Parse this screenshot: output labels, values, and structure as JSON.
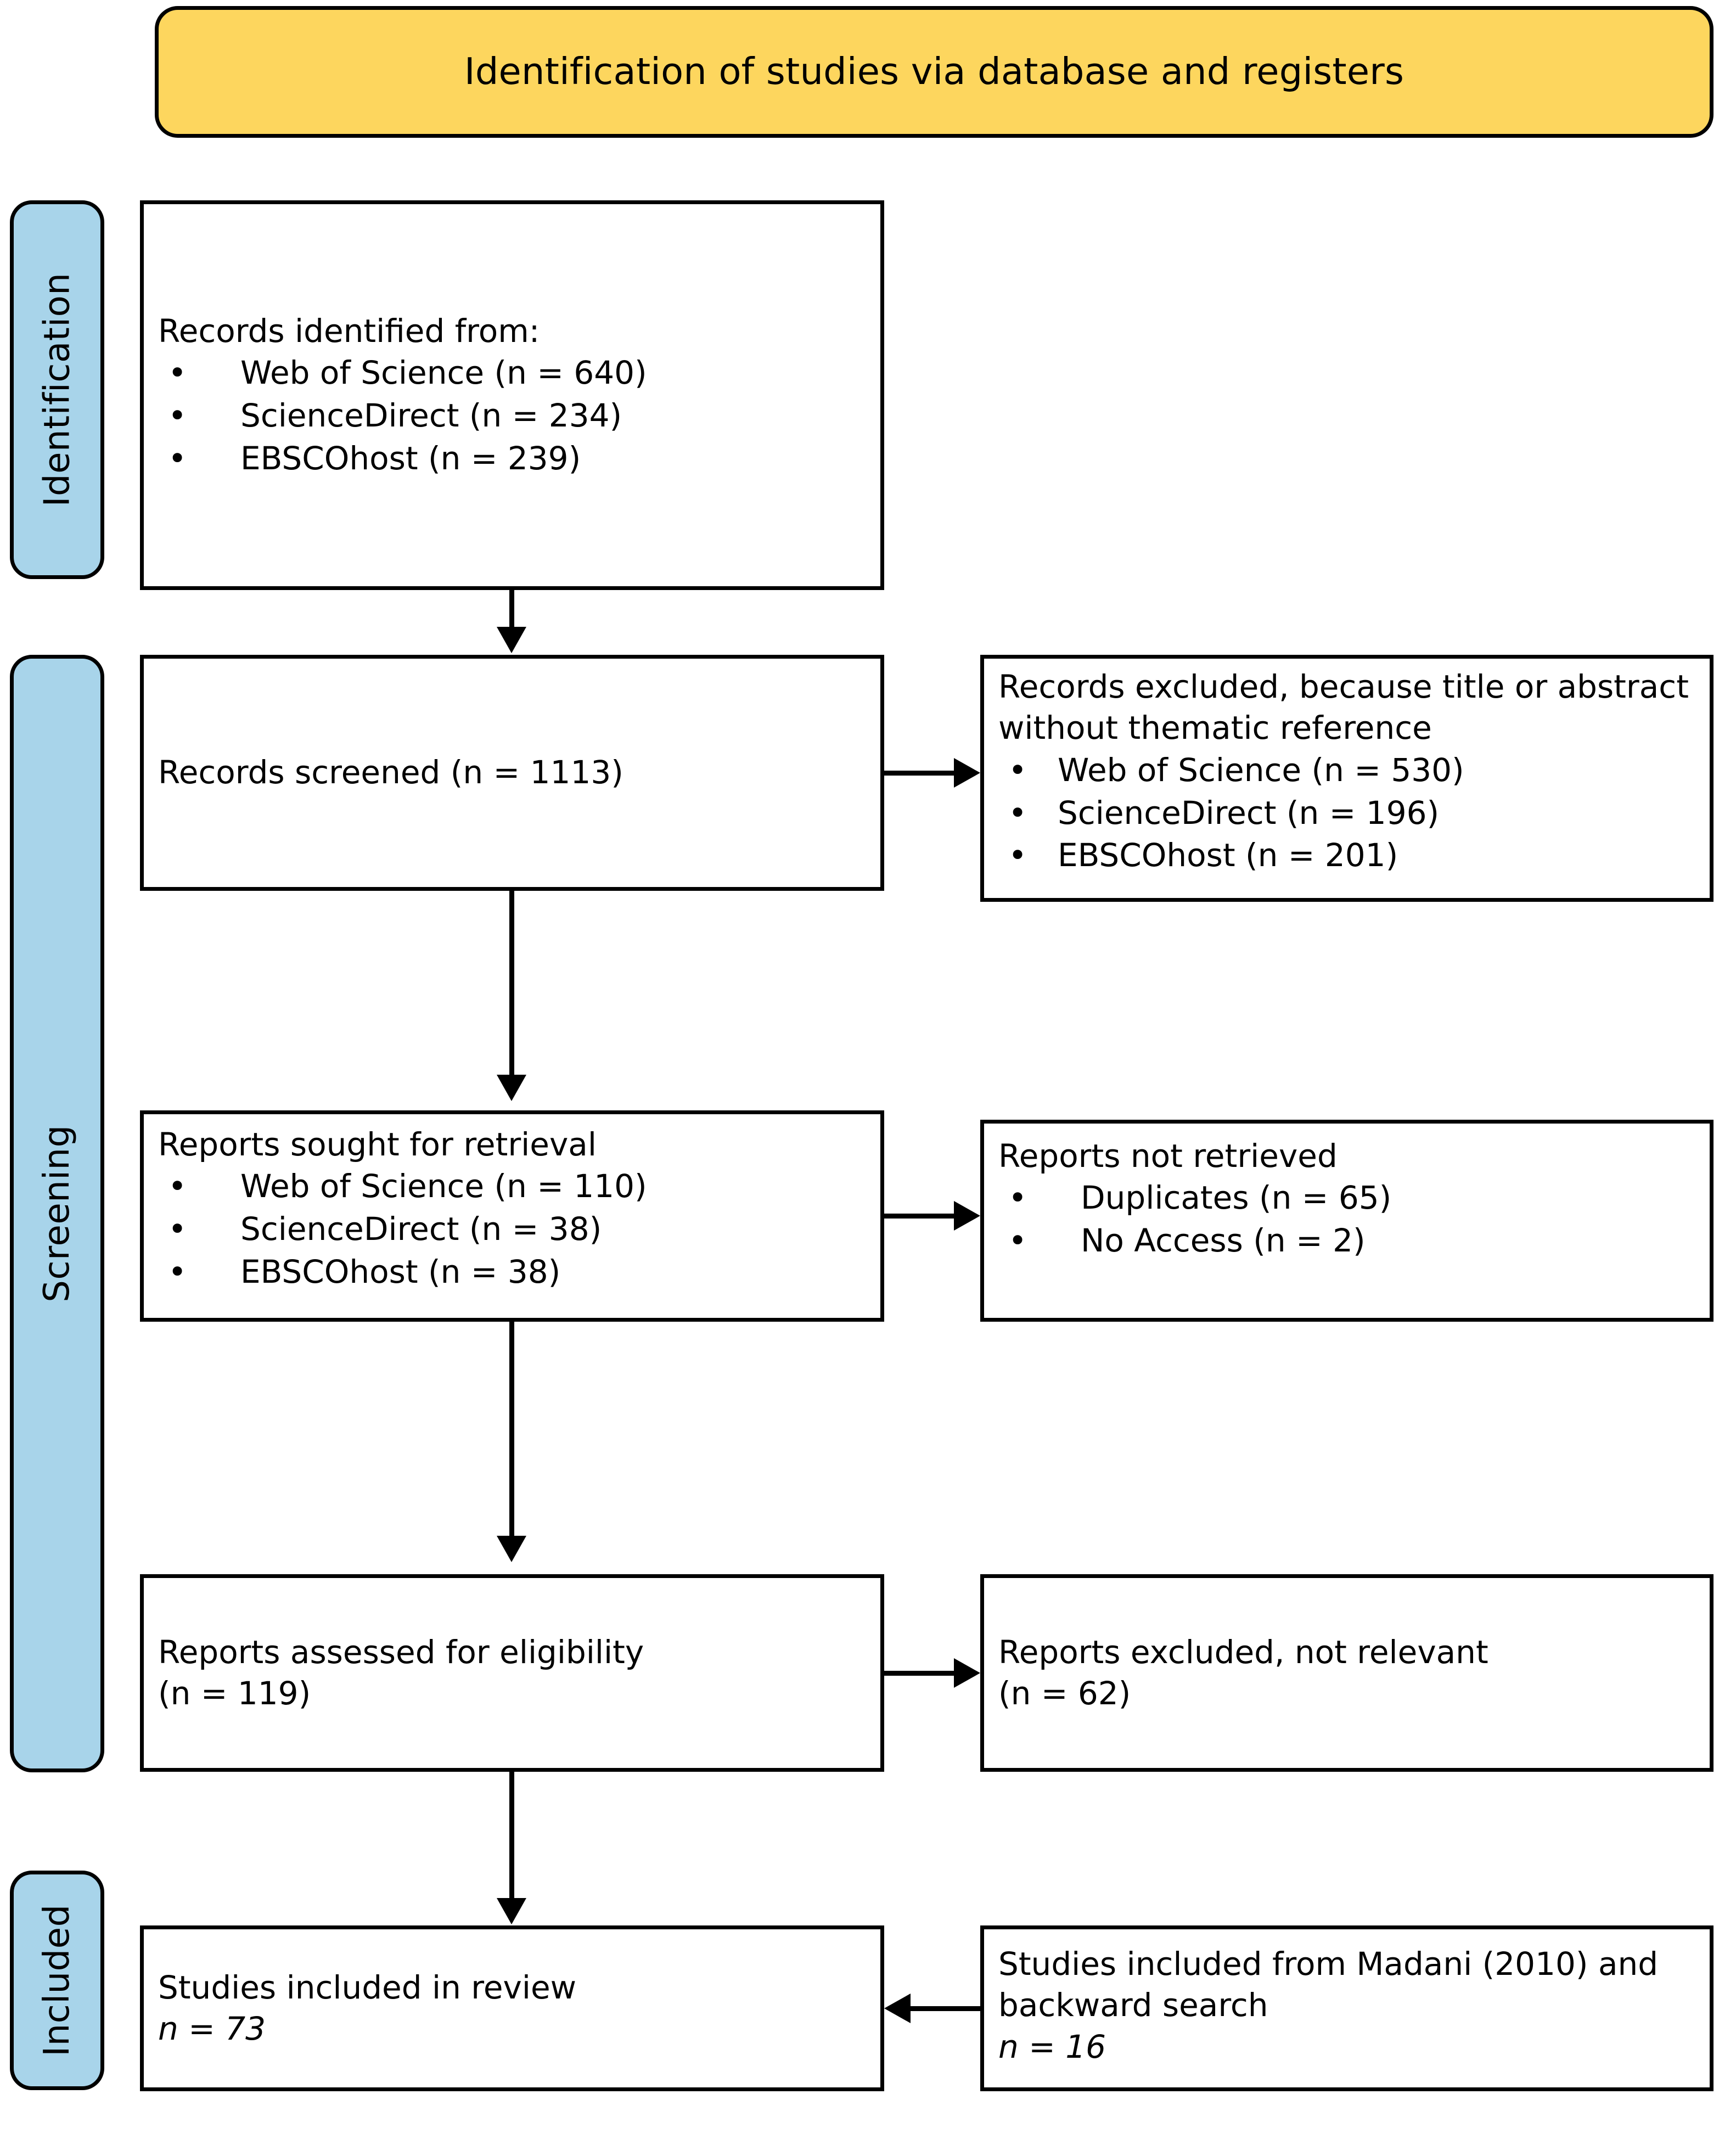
{
  "diagram": {
    "type": "prisma-flow-diagram",
    "banner": {
      "title": "Identification of studies via database and registers",
      "fill_color": "#FDD65E"
    },
    "stages": [
      {
        "id": "identification",
        "label": "Identification",
        "fill_color": "#A8D4EA"
      },
      {
        "id": "screening",
        "label": "Screening",
        "fill_color": "#A8D4EA"
      },
      {
        "id": "included",
        "label": "Included",
        "fill_color": "#A8D4EA"
      }
    ],
    "boxes": {
      "identified": {
        "heading": "Records identified from:",
        "items": [
          "Web of Science (n = 640)",
          "ScienceDirect (n = 234)",
          "EBSCOhost (n = 239)"
        ],
        "bullet_glyph": "•"
      },
      "screened": {
        "heading": "Records screened (n = 1113)"
      },
      "records_excluded": {
        "heading_line1": "Records excluded, because title or abstract",
        "heading_line2": "without thematic reference",
        "items": [
          "Web of Science (n = 530)",
          "ScienceDirect (n = 196)",
          "EBSCOhost (n = 201)"
        ],
        "bullet_glyph": "•"
      },
      "sought": {
        "heading": "Reports sought for retrieval",
        "items": [
          "Web of Science (n = 110)",
          "ScienceDirect (n = 38)",
          "EBSCOhost (n = 38)"
        ],
        "bullet_glyph": "•"
      },
      "not_retrieved": {
        "heading": "Reports not retrieved",
        "items": [
          "Duplicates (n = 65)",
          "No Access (n = 2)"
        ],
        "bullet_glyph": "•"
      },
      "assessed": {
        "line1": "Reports assessed for eligibility",
        "line2": "(n = 119)"
      },
      "reports_excluded": {
        "line1": "Reports excluded, not relevant",
        "line2": "(n = 62)"
      },
      "included_review": {
        "line1": "Studies included in review",
        "line2": "n = 73"
      },
      "included_other": {
        "line1": "Studies included from Madani (2010) and",
        "line2": "backward search",
        "line3": "n = 16"
      }
    },
    "counts": {
      "identified_web_of_science": 640,
      "identified_sciencedirect": 234,
      "identified_ebscohost": 239,
      "records_screened": 1113,
      "excluded_web_of_science": 530,
      "excluded_sciencedirect": 196,
      "excluded_ebscohost": 201,
      "sought_web_of_science": 110,
      "sought_sciencedirect": 38,
      "sought_ebscohost": 38,
      "not_retrieved_duplicates": 65,
      "not_retrieved_no_access": 2,
      "assessed_for_eligibility": 119,
      "reports_excluded_not_relevant": 62,
      "studies_included_in_review": 73,
      "studies_included_other_sources": 16
    }
  }
}
